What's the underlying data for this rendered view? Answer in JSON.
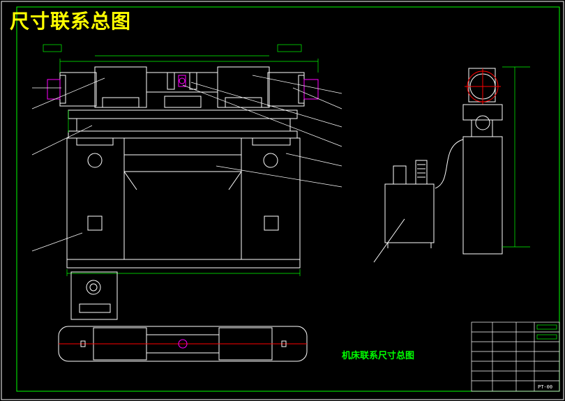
{
  "banner_title": "尺寸联系总图",
  "drawing_name": "机床联系尺寸总图",
  "title_block": {
    "drawing_no": "PT-00"
  },
  "colors": {
    "background": "#000000",
    "outline": "#ffffff",
    "dimension": "#00ff00",
    "annotation": "#ffff00",
    "highlight": "#ff00ff",
    "centerline": "#ff0000"
  }
}
